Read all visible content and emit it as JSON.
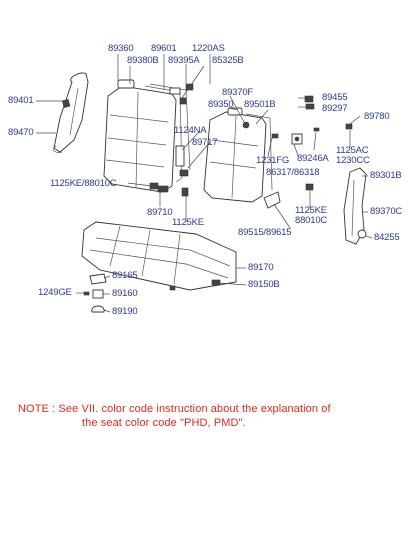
{
  "labels": {
    "l89360": "89360",
    "l89601": "89601",
    "l1220AS": "1220AS",
    "l89380B": "89380B",
    "l89395A": "89395A",
    "l85325B": "85325B",
    "l89401": "89401",
    "l89470": "89470",
    "l89370F": "89370F",
    "l89350": "89350",
    "l89501B": "89501B",
    "l89455": "89455",
    "l89297": "89297",
    "l1124NA": "1124NA",
    "l89717": "89717",
    "l89780": "89780",
    "l1125AC": "1125AC",
    "l1230CC": "1230CC",
    "l1231FG": "1231FG",
    "l89246A": "89246A",
    "l86317": "86317/86318",
    "l1125KE_88010C": "1125KE/88010C",
    "l89301B": "89301B",
    "l89710": "89710",
    "l1125KE_a": "1125KE",
    "l1125KE_b": "1125KE",
    "l88010C": "88010C",
    "l89370C": "89370C",
    "l89515": "89515/89615",
    "l84255": "84255",
    "l89170": "89170",
    "l89165": "89165",
    "l1249GE": "1249GE",
    "l89160": "89160",
    "l89150B": "89150B",
    "l89190": "89190"
  },
  "note": {
    "line1": "NOTE : See VII. color code instruction about the explanation of",
    "line2": "the seat color code \"PHD, PMD\"."
  }
}
